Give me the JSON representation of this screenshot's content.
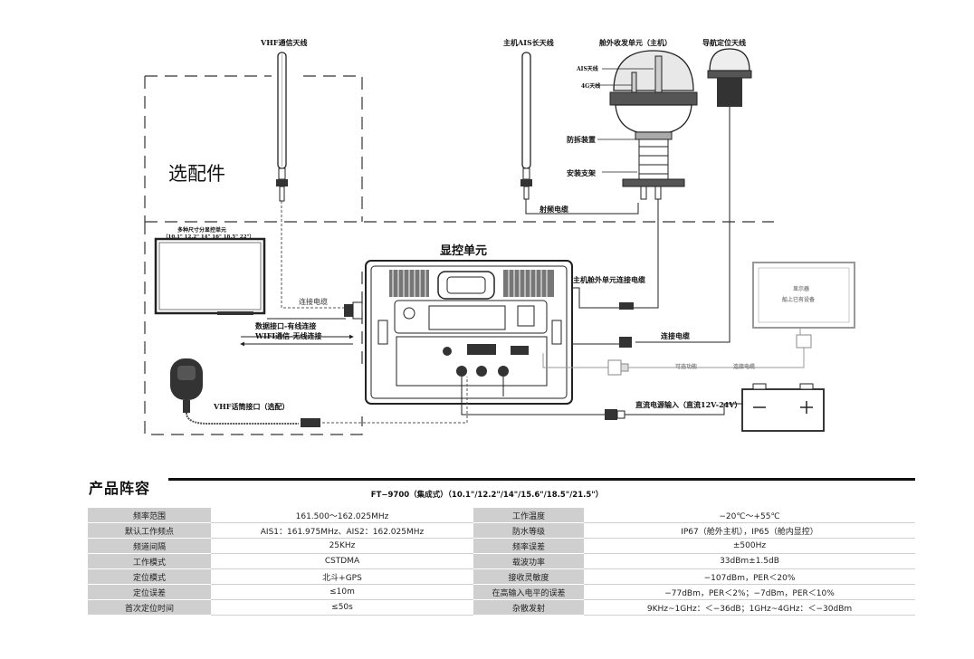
{
  "diagram": {
    "optional_label": "选配件",
    "vhf_antenna": "VHF通信天线",
    "ais_long_antenna": "主机AIS长天线",
    "outdoor_unit": "舱外收发单元（主机）",
    "nav_antenna": "导航定位天线",
    "ais_antenna_small": "AIS天线",
    "g4_antenna": "4G天线",
    "anti_theft": "防拆装置",
    "mount_bracket": "安装支架",
    "rf_cable": "射频电缆",
    "display_unit": "显控单元",
    "monitor_title": "多种尺寸分显控单元",
    "monitor_sizes": "（10.1\" 12.2\" 14\" 16\" 18.5\" 22\"）",
    "connect_cable_1": "连接电缆",
    "data_wired": "数据接口-有线连接",
    "wifi_wireless": "WIFI通信-无线连接",
    "host_outdoor_cable": "主机舱外单元连接电缆",
    "connect_cable_2": "连接电缆",
    "optional_func": "可选功能",
    "connect_cable_3": "连接电缆",
    "ext_display_1": "显示器",
    "ext_display_2": "船上已有设备",
    "handset_port": "VHF话筒接口（选配）",
    "power_input": "直流电源输入（直流12V-24V）",
    "battery_minus": "−",
    "battery_plus": "+"
  },
  "section": {
    "title": "产品阵容",
    "model": "FT−9700（集成式）（10.1\"/12.2\"/14\"/15.6\"/18.5\"/21.5\"）"
  },
  "specs": [
    {
      "k1": "频率范围",
      "v1": "161.500～162.025MHz",
      "k2": "工作温度",
      "v2": "−20℃～+55℃"
    },
    {
      "k1": "默认工作频点",
      "v1": "AIS1：161.975MHz、AIS2：162.025MHz",
      "k2": "防水等级",
      "v2": "IP67（舱外主机），IP65（舱内显控）"
    },
    {
      "k1": "频道间隔",
      "v1": "25KHz",
      "k2": "频率误差",
      "v2": "±500Hz"
    },
    {
      "k1": "工作模式",
      "v1": "CSTDMA",
      "k2": "载波功率",
      "v2": "33dBm±1.5dB"
    },
    {
      "k1": "定位模式",
      "v1": "北斗+GPS",
      "k2": "接收灵敏度",
      "v2": "−107dBm，PER＜20%"
    },
    {
      "k1": "定位误差",
      "v1": "≤10m",
      "k2": "在高输入电平的误差",
      "v2": "−77dBm，PER＜2%；−7dBm，PER＜10%"
    },
    {
      "k1": "首次定位时间",
      "v1": "≤50s",
      "k2": "杂散发射",
      "v2": "9KHz~1GHz：＜−36dB；1GHz~4GHz：＜−30dBm"
    }
  ]
}
